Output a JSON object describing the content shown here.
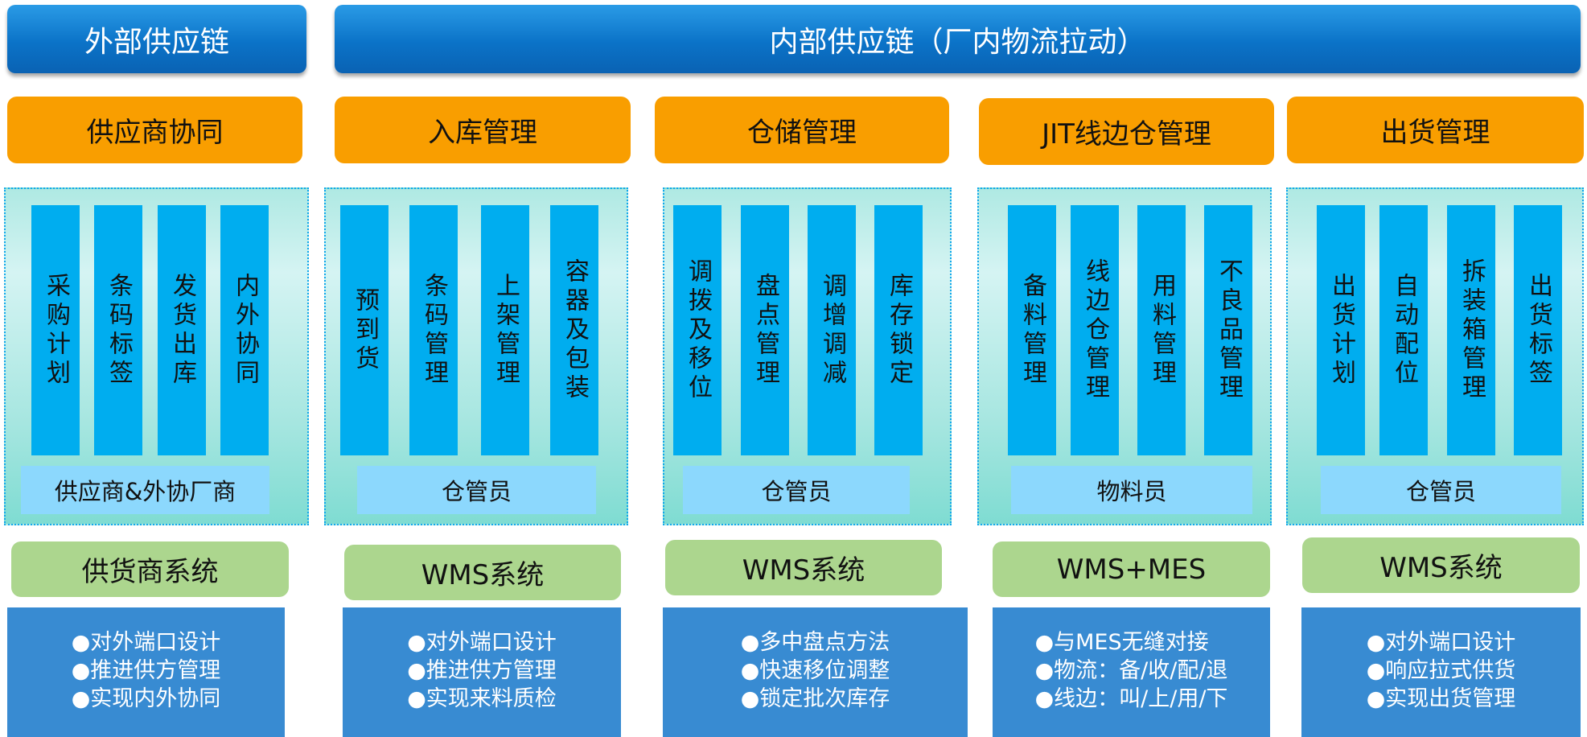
{
  "header": {
    "external": "外部供应链",
    "internal": "内部供应链（厂内物流拉动）"
  },
  "modules": [
    {
      "title": "供应商协同",
      "items": [
        "采购计划",
        "条码标签",
        "发货出库",
        "内外协同"
      ],
      "role": "供应商&外协厂商",
      "system": "供货商系统",
      "features": [
        "对外端口设计",
        "推进供方管理",
        "实现内外协同"
      ]
    },
    {
      "title": "入库管理",
      "items": [
        "预到货",
        "条码管理",
        "上架管理",
        "容器及包装"
      ],
      "role": "仓管员",
      "system": "WMS系统",
      "features": [
        "对外端口设计",
        "推进供方管理",
        "实现来料质检"
      ]
    },
    {
      "title": "仓储管理",
      "items": [
        "调拨及移位",
        "盘点管理",
        "调增调减",
        "库存锁定"
      ],
      "role": "仓管员",
      "system": "WMS系统",
      "features": [
        "多中盘点方法",
        "快速移位调整",
        "锁定批次库存"
      ]
    },
    {
      "title": "JIT线边仓管理",
      "items": [
        "备料管理",
        "线边仓管理",
        "用料管理",
        "不良品管理"
      ],
      "role": "物料员",
      "system": "WMS+MES",
      "features": [
        "与MES无缝对接",
        "物流：备/收/配/退",
        "线边：叫/上/用/下"
      ]
    },
    {
      "title": "出货管理",
      "items": [
        "出货计划",
        "自动配位",
        "拆装箱管理",
        "出货标签"
      ],
      "role": "仓管员",
      "system": "WMS系统",
      "features": [
        "对外端口设计",
        "响应拉式供货",
        "实现出货管理"
      ]
    }
  ]
}
